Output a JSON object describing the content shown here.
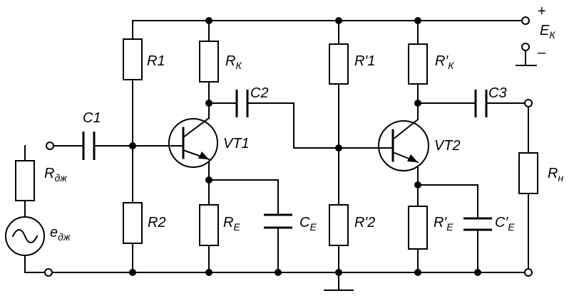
{
  "labels": {
    "r1": "R1",
    "rk": "R",
    "rk_sub": "К",
    "c2": "C2",
    "r1p": "R′1",
    "rkp": "R′",
    "rkp_sub": "К",
    "c3": "C3",
    "ek": "E",
    "ek_sub": "К",
    "plus": "+",
    "minus": "–",
    "c1": "C1",
    "vt1": "VT1",
    "vt2": "VT2",
    "rdzh": "R",
    "rdzh_sub": "дж",
    "edzh": "e",
    "edzh_sub": "дж",
    "rh": "R",
    "rh_sub": "н",
    "r2": "R2",
    "re": "R",
    "re_sub": "E",
    "ce": "C",
    "ce_sub": "E",
    "r2p": "R′2",
    "rep": "R′",
    "rep_sub": "E",
    "cep": "C′",
    "cep_sub": "E"
  }
}
